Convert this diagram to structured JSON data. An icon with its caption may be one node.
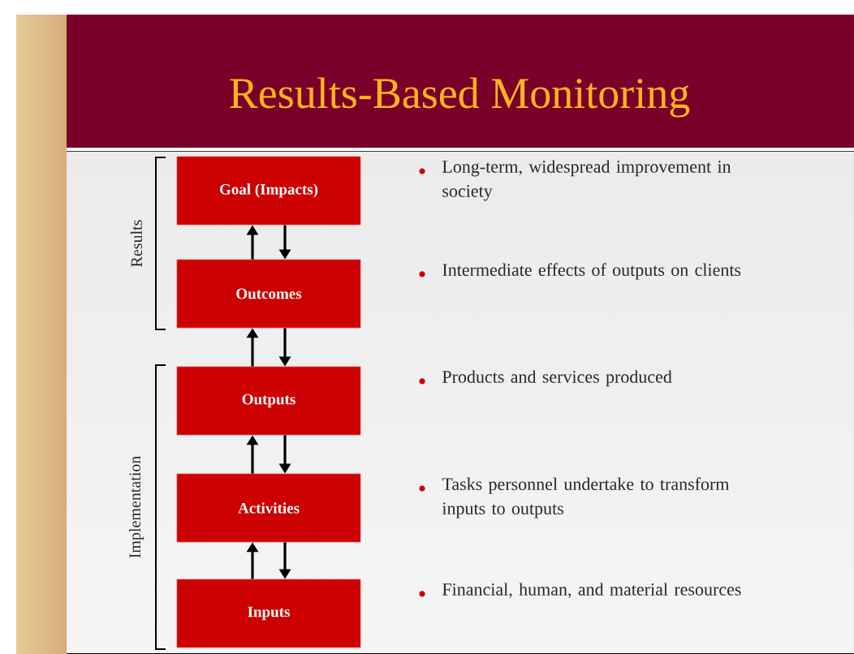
{
  "diagram": {
    "title": "Results-Based Monitoring",
    "nodes": [
      {
        "text": [
          "Goal (Impacts)"
        ]
      },
      {
        "text": [
          "Outcomes"
        ]
      },
      {
        "text": [
          "Outputs"
        ]
      },
      {
        "text": [
          "Activities"
        ]
      },
      {
        "text": [
          "Inputs"
        ]
      }
    ],
    "edges": [
      {
        "from": 1,
        "to": 0,
        "arrow": "to"
      },
      {
        "from": 0,
        "to": 1,
        "arrow": "to"
      },
      {
        "from": 2,
        "to": 1,
        "arrow": "to"
      },
      {
        "from": 1,
        "to": 2,
        "arrow": "to"
      },
      {
        "from": 3,
        "to": 2,
        "arrow": "to"
      },
      {
        "from": 2,
        "to": 3,
        "arrow": "to"
      },
      {
        "from": 4,
        "to": 3,
        "arrow": "to"
      },
      {
        "from": 3,
        "to": 4,
        "arrow": "to"
      }
    ],
    "labels": [
      "Long-term, widespread improvement in society",
      "Results",
      "Intermediate effects of outputs on clients",
      "Products and services produced",
      "Implementation",
      "Tasks personnel undertake to transform inputs to outputs",
      "Financial, human, and material resources"
    ]
  }
}
